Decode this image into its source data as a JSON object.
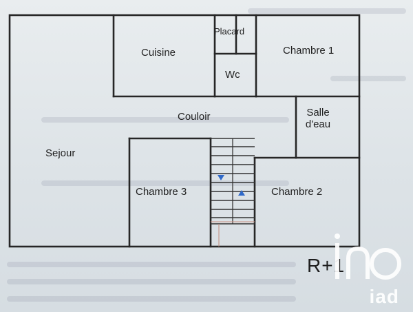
{
  "floor_plan": {
    "rooms": {
      "sejour": "Sejour",
      "cuisine": "Cuisine",
      "placard": "Placard",
      "wc": "Wc",
      "chambre1": "Chambre 1",
      "couloir": "Couloir",
      "salle_deau_line1": "Salle",
      "salle_deau_line2": "d'eau",
      "chambre3": "Chambre 3",
      "chambre2": "Chambre 2"
    },
    "level_label": "R+1"
  },
  "watermark": {
    "brand_text": "iad",
    "logo_icon": "iad-logo-icon"
  }
}
